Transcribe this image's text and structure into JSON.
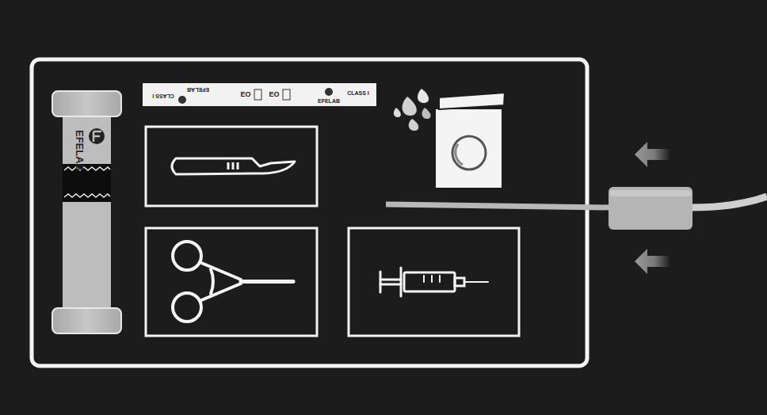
{
  "diagram": {
    "labels": [
      "EFELAB",
      "CLASS I",
      "EFELAB",
      "EO",
      "EO",
      "EFELAB",
      "CLASS I"
    ]
  }
}
